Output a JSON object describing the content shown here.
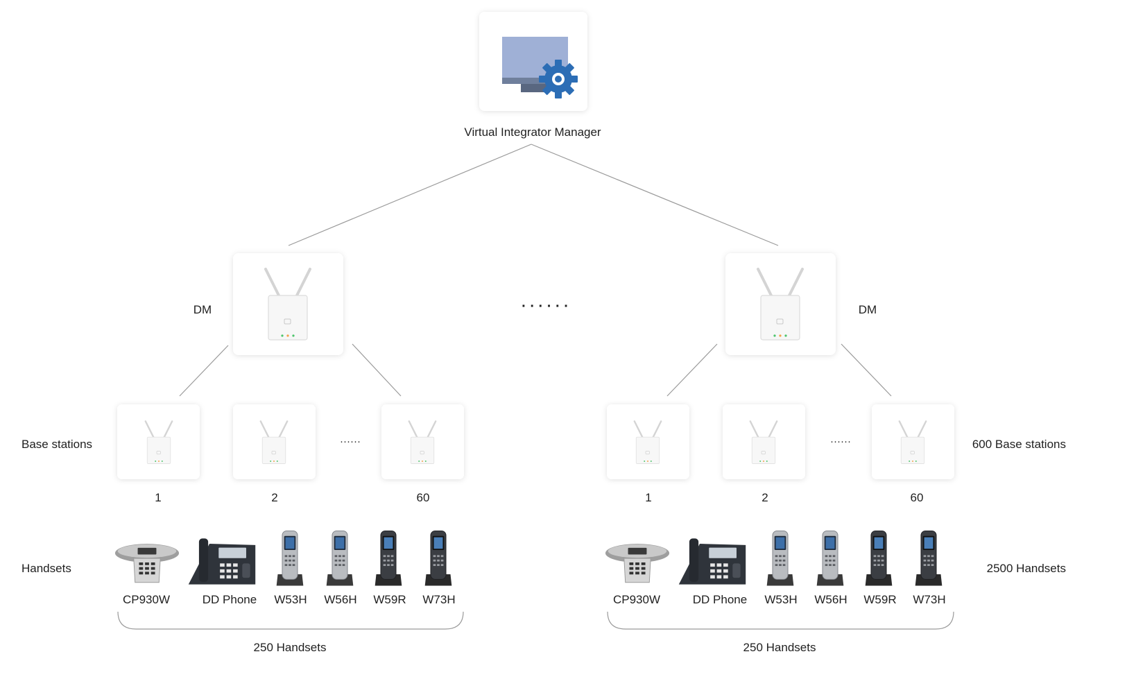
{
  "vim": {
    "label": "Virtual Integrator Manager",
    "icon": "monitor-gear-icon"
  },
  "dm": {
    "label": "DM",
    "icon": "dect-manager-icon"
  },
  "ellipsis_main": "· · · · · ·",
  "ellipsis_small": "······",
  "row_labels": {
    "base_stations_left": "Base stations",
    "base_stations_right": "600 Base stations",
    "handsets_left": "Handsets",
    "handsets_right": "2500 Handsets"
  },
  "base_station_numbers": [
    "1",
    "2",
    "60"
  ],
  "handset_models": [
    "CP930W",
    "DD Phone",
    "W53H",
    "W56H",
    "W59R",
    "W73H"
  ],
  "group_total": "250 Handsets",
  "colors": {
    "monitor": "#9fb0d6",
    "gear": "#2c6db5",
    "connector": "#9a9a9a",
    "led_green": "#4cc46a",
    "led_orange": "#f2a14a"
  }
}
